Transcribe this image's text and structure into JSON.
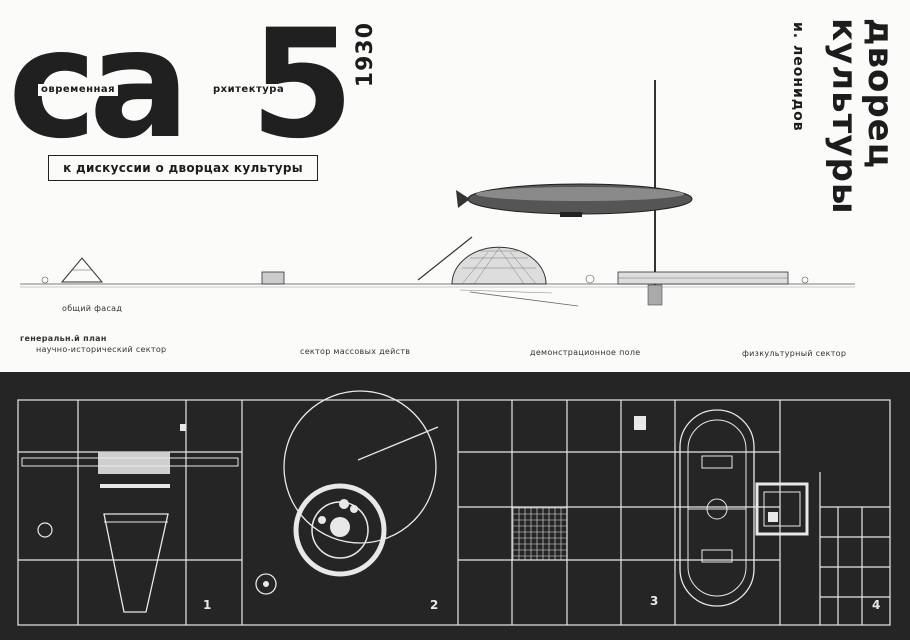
{
  "masthead": {
    "logo_letters": "са",
    "issue_number": "5",
    "year": "1930",
    "subtitle_left": "овременная",
    "subtitle_right": "рхитектура",
    "discussion_box": "к дискуссии о дворцах культуры"
  },
  "title": {
    "line1": "дворец",
    "line2": "культуры",
    "author": "и. леонидов"
  },
  "elevation": {
    "caption": "общий фасад"
  },
  "plan": {
    "caption": "генеральн.й план",
    "sectors": [
      {
        "label": "научно-исторический сектор",
        "number": "1"
      },
      {
        "label": "сектор массовых действ",
        "number": "2"
      },
      {
        "label": "демонстрационное поле",
        "number": "3"
      },
      {
        "label": "физкультурный сектор",
        "number": "4"
      }
    ]
  },
  "colors": {
    "paper": "#fbfbfa",
    "ink": "#1c1c1c",
    "plan_ground": "#252525",
    "plan_lines": "#e8e8e8"
  }
}
